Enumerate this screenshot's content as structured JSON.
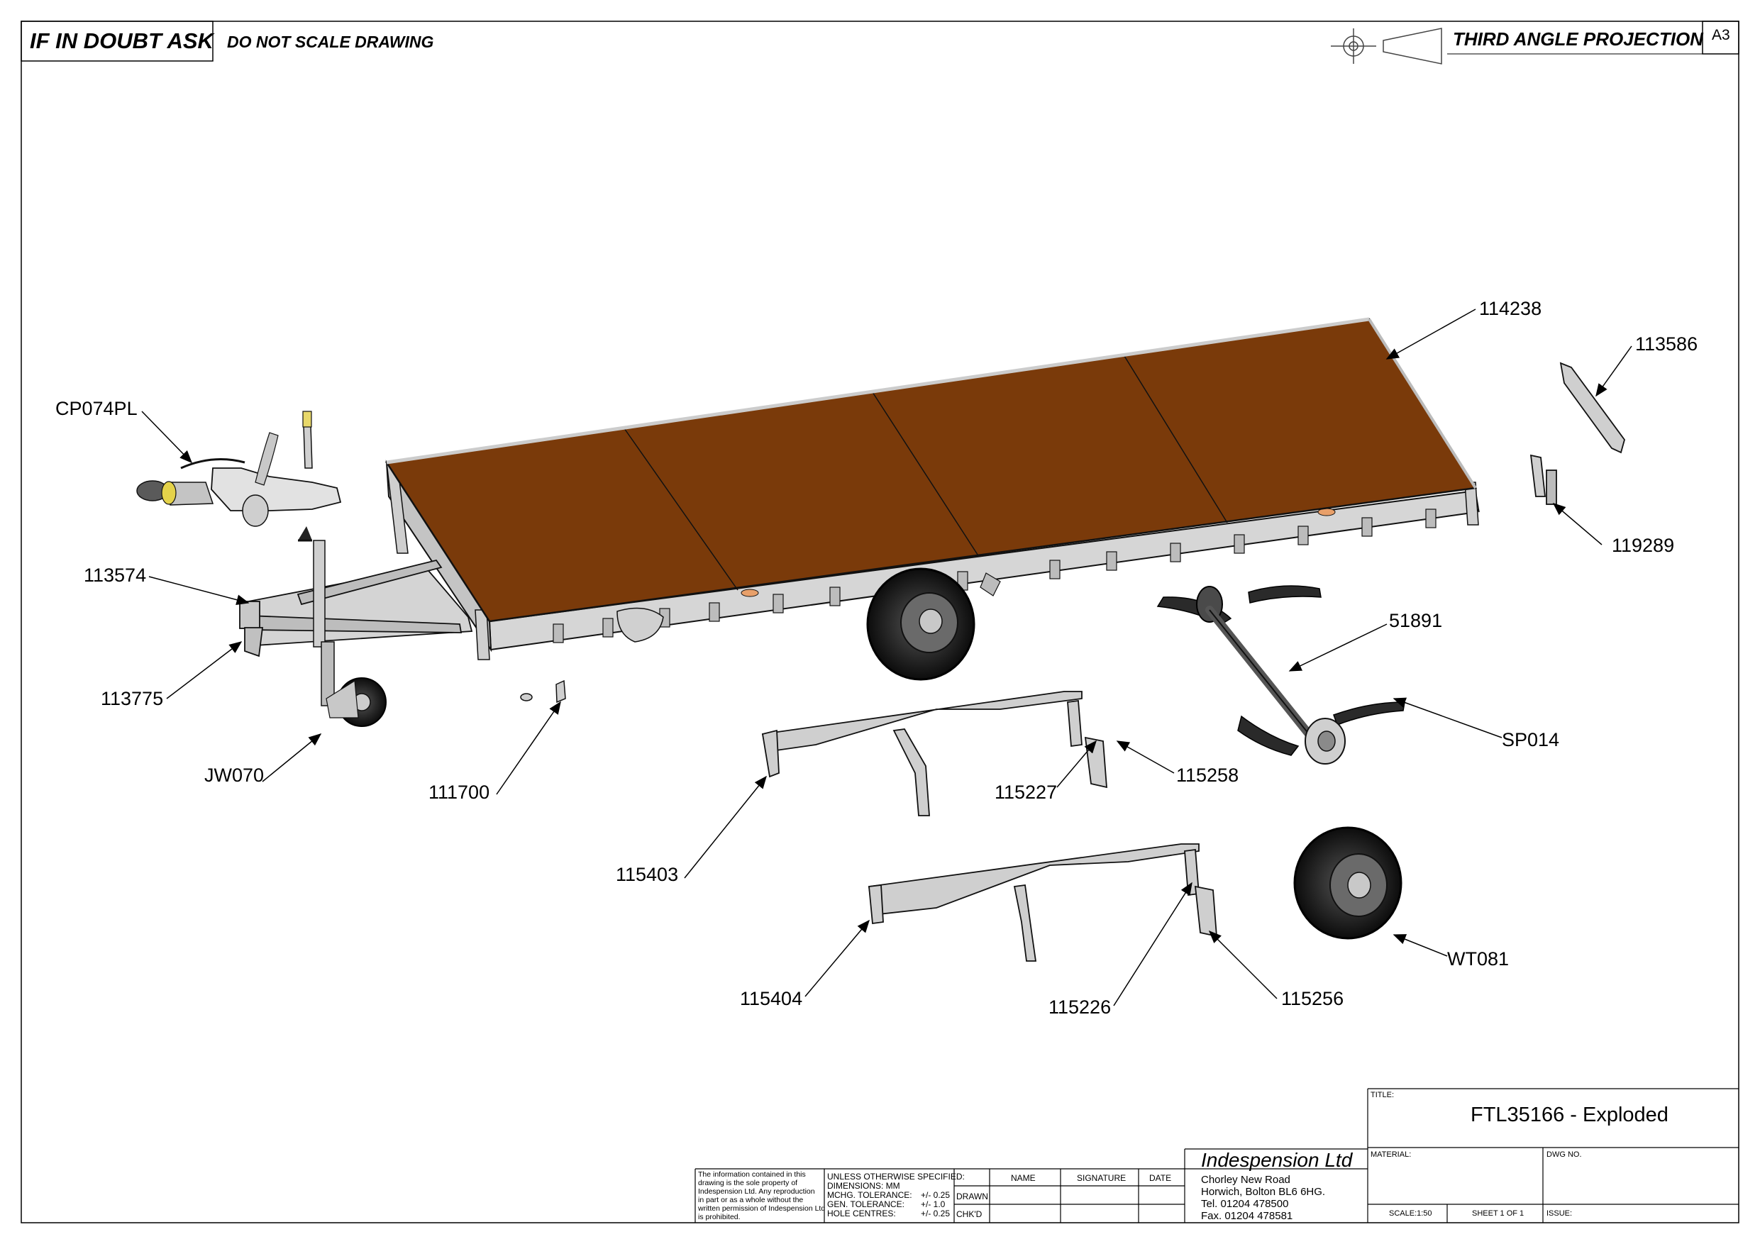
{
  "header": {
    "doubt_label": "IF IN DOUBT ASK",
    "scale_label": "DO NOT SCALE DRAWING",
    "projection_label": "THIRD ANGLE PROJECTION",
    "sheet_size": "A3"
  },
  "callouts": [
    {
      "id": "part-114238",
      "text": "114238"
    },
    {
      "id": "part-113586",
      "text": "113586"
    },
    {
      "id": "part-cp074pl",
      "text": "CP074PL"
    },
    {
      "id": "part-119289",
      "text": "119289"
    },
    {
      "id": "part-113574",
      "text": "113574"
    },
    {
      "id": "part-51891",
      "text": "51891"
    },
    {
      "id": "part-113775",
      "text": "113775"
    },
    {
      "id": "part-sp014",
      "text": "SP014"
    },
    {
      "id": "part-jw070",
      "text": "JW070"
    },
    {
      "id": "part-115258",
      "text": "115258"
    },
    {
      "id": "part-111700",
      "text": "111700"
    },
    {
      "id": "part-115227",
      "text": "115227"
    },
    {
      "id": "part-115403",
      "text": "115403"
    },
    {
      "id": "part-wt081",
      "text": "WT081"
    },
    {
      "id": "part-115256",
      "text": "115256"
    },
    {
      "id": "part-115404",
      "text": "115404"
    },
    {
      "id": "part-115226",
      "text": "115226"
    }
  ],
  "title_block": {
    "title_label": "TITLE:",
    "title": "FTL35166 - Exploded",
    "material_label": "MATERIAL:",
    "dwg_no_label": "DWG NO.",
    "scale": "SCALE:1:50",
    "sheet": "SHEET 1 OF 1",
    "issue_label": "ISSUE:",
    "company": {
      "name": "Indespension Ltd",
      "address_1": "Chorley New Road",
      "address_2": "Horwich, Bolton BL6 6HG.",
      "tel": "Tel. 01204 478500",
      "fax": "Fax. 01204 478581"
    },
    "confidentiality": [
      "The information contained in this",
      "drawing is the sole property of",
      "Indespension Ltd. Any reproduction",
      "in part or as a whole without the",
      "written permission of Indespension Ltd",
      "is prohibited."
    ],
    "tolerances": {
      "heading": "UNLESS OTHERWISE SPECIFIED:",
      "dimensions": "DIMENSIONS:  MM",
      "mchg_label": "MCHG. TOLERANCE:",
      "mchg_value": "+/- 0.25",
      "gen_label": "GEN. TOLERANCE:",
      "gen_value": "+/- 1.0",
      "hole_label": "HOLE CENTRES:",
      "hole_value": "+/- 0.25"
    },
    "sign_headers": [
      "NAME",
      "SIGNATURE",
      "DATE"
    ],
    "sign_rows": [
      "DRAWN",
      "CHK'D"
    ]
  },
  "colors": {
    "deck": "#7a3a0a",
    "frame": "#d8d8d8",
    "line": "#111111"
  }
}
